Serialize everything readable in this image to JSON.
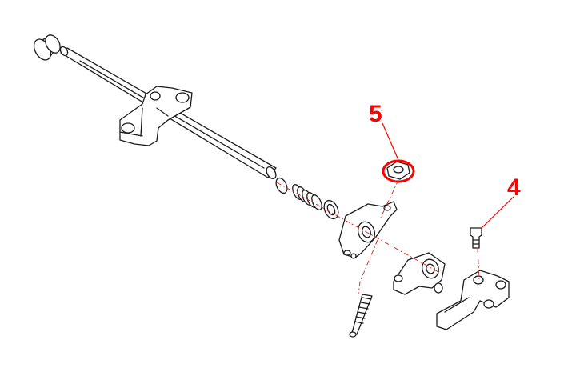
{
  "callouts": [
    {
      "label": "5",
      "part": "rocker-adjusting-nut"
    },
    {
      "label": "4",
      "part": "valve-adjusting-screw"
    }
  ],
  "colors": {
    "line": "#1a1a1a",
    "callout": "#ff0000",
    "centerline": "#d83030",
    "highlight": "#ff0000",
    "background": "#ffffff"
  }
}
